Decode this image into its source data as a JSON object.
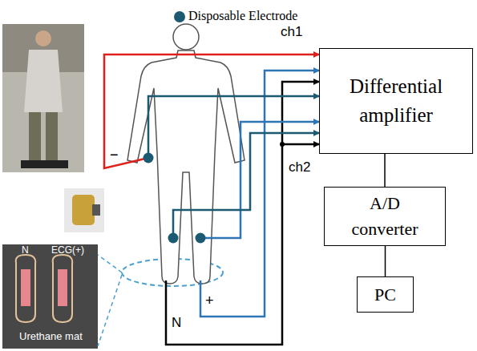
{
  "diagram": {
    "nodes": [
      {
        "text": [
          "Differential amplifier"
        ]
      },
      {
        "text": [
          "A/D converter"
        ]
      },
      {
        "text": [
          "PC"
        ]
      }
    ],
    "edges": [
      {
        "from": 0,
        "to": 1,
        "arrow": "none"
      },
      {
        "from": 1,
        "to": 2,
        "arrow": "none"
      }
    ],
    "labels": [
      "ch1",
      "ch2",
      "−",
      "+",
      "N",
      "N",
      "ECG(+)",
      "Urethane mat"
    ],
    "legend": [
      {
        "text": "Disposable Electrode",
        "color": "#1b5a72"
      }
    ]
  }
}
